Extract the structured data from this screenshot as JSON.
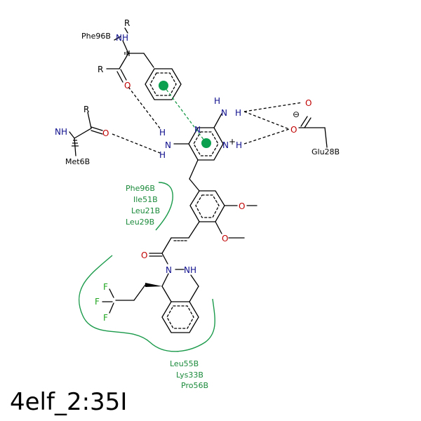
{
  "title": "4elf_2:35I",
  "colors": {
    "bond": "#000000",
    "nitrogen": "#0d0d8c",
    "oxygen": "#c00000",
    "fluorine": "#1fa51f",
    "residue_label": "#1a8a3a",
    "hydrophobic_contact": "#1a9a4a",
    "pi_center": "#0aa050"
  },
  "atoms": {
    "nh_top": "NH",
    "r_top": "R",
    "r_left": "R",
    "o_carbonyl_top": "O",
    "r_met": "R",
    "nh_met": "NH",
    "o_met": "O",
    "h_amine_a": "H",
    "n_amine_a": "N",
    "h_amine_b": "H",
    "n_pyr1": "N",
    "n_pyr2": "N",
    "plus": "+",
    "h_pyr2": "H",
    "h_amine2": "H",
    "n_amine2": "N",
    "h_amine2b": "H",
    "o_glu1": "O",
    "o_glu2": "O",
    "minus": "⊖",
    "o_methoxy1": "O",
    "o_methoxy2": "O",
    "o_amide": "O",
    "n_ring1": "N",
    "nh_ring": "NH",
    "f1": "F",
    "f2": "F",
    "f3": "F"
  },
  "residues": {
    "phe96b_top": "Phe96B",
    "met6b": "Met6B",
    "glu28b": "Glu28B",
    "pocket_upper": [
      "Phe96B",
      "Ile51B",
      "Leu21B",
      "Leu29B"
    ],
    "pocket_lower": [
      "Leu55B",
      "Lys33B",
      "Pro56B"
    ]
  }
}
